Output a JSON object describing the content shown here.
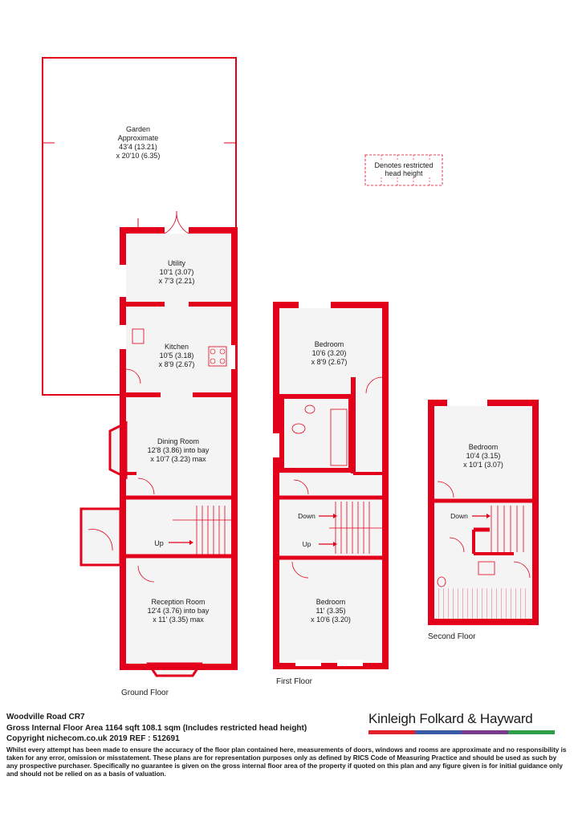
{
  "colors": {
    "wall": "#e3001b",
    "floor": "#f4f4f4",
    "restricted": "#e3001b",
    "brand_bar_1": "#e4202b",
    "brand_bar_2": "#3a5aa8",
    "brand_bar_3": "#7a3b8f",
    "brand_bar_4": "#2e9e4a"
  },
  "legend": {
    "restricted_line1": "Denotes restricted",
    "restricted_line2": "head height"
  },
  "rooms": {
    "garden": {
      "name": "Garden",
      "line2": "Approximate",
      "line3": "43'4 (13.21)",
      "line4": "x 20'10 (6.35)"
    },
    "utility": {
      "name": "Utility",
      "line2": "10'1 (3.07)",
      "line3": "x 7'3 (2.21)"
    },
    "kitchen": {
      "name": "Kitchen",
      "line2": "10'5 (3.18)",
      "line3": "x 8'9 (2.67)"
    },
    "dining": {
      "name": "Dining Room",
      "line2": "12'8 (3.86) into bay",
      "line3": "x 10'7 (3.23) max"
    },
    "reception": {
      "name": "Reception Room",
      "line2": "12'4 (3.76) into bay",
      "line3": "x 11' (3.35) max"
    },
    "bedroom1": {
      "name": "Bedroom",
      "line2": "10'6 (3.20)",
      "line3": "x 8'9 (2.67)"
    },
    "bedroom2": {
      "name": "Bedroom",
      "line2": "11' (3.35)",
      "line3": "x 10'6 (3.20)"
    },
    "bedroom3": {
      "name": "Bedroom",
      "line2": "10'4 (3.15)",
      "line3": "x 10'1 (3.07)"
    }
  },
  "stairs": {
    "ground_up": "Up",
    "first_down": "Down",
    "first_up": "Up",
    "second_down": "Down"
  },
  "floors": {
    "ground": "Ground Floor",
    "first": "First Floor",
    "second": "Second Floor"
  },
  "footer": {
    "address": "Woodville Road  CR7",
    "area": "Gross Internal Floor Area 1164 sqft 108.1 sqm (Includes restricted head height)",
    "copyright": "Copyright nichecom.co.uk 2019 REF : 512691",
    "disclaimer": "Whilst every attempt has been made to ensure the accuracy of the floor plan contained here, measurements of doors, windows and rooms are approximate and no responsibility is taken for any error, omission or misstatement.  These plans are for representation purposes only as defined by RICS Code of Measuring Practice and should be used as such by any prospective purchaser.  Specifically no guarantee is given on the gross internal floor area of the property if quoted on this plan and any figure given is for initial guidance only and should not be relied on as a basis of valuation."
  },
  "brand": {
    "name": "Kinleigh Folkard & Hayward"
  }
}
